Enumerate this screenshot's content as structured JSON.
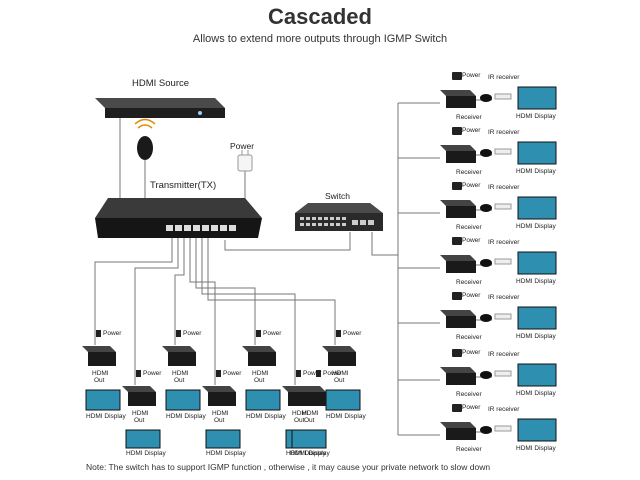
{
  "title": "Cascaded",
  "subtitle": "Allows to extend more outputs through IGMP Switch",
  "labels": {
    "hdmi_source": "HDMI Source",
    "power": "Power",
    "transmitter": "Transmitter(TX)",
    "switch": "Switch",
    "ir_receiver": "IR receiver",
    "receiver": "Receiver",
    "hdmi_display": "HDMI Display",
    "hdmi": "HDMI",
    "out": "Out"
  },
  "note": "Note: The switch has to support IGMP function , otherwise , it may cause your private network to slow down"
}
